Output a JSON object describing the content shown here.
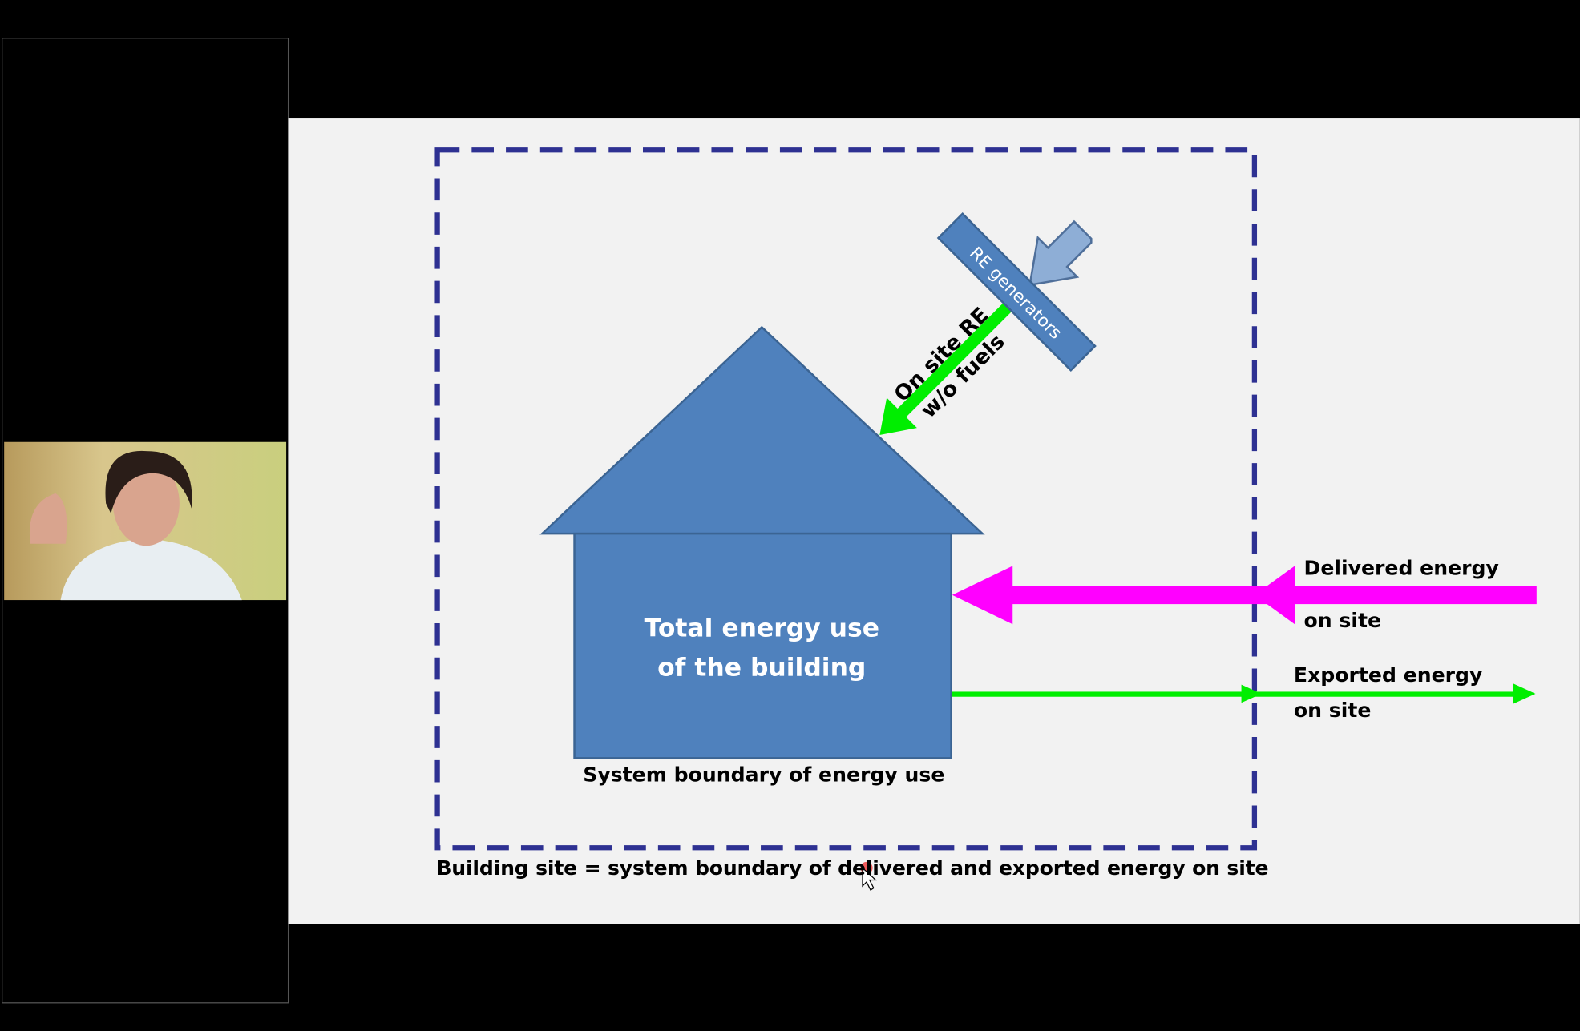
{
  "slide": {
    "house_label_line1": "Total energy use",
    "house_label_line2": "of the building",
    "system_boundary_label": "System boundary of energy use",
    "site_caption": "Building site = system boundary of delivered and exported energy on site",
    "re_generators_label": "RE generators",
    "onsite_re_line1": "On site RE",
    "onsite_re_line2": "w/o fuels",
    "delivered_line1": "Delivered energy",
    "delivered_line2": "on site",
    "exported_line1": "Exported energy",
    "exported_line2": "on site"
  },
  "colors": {
    "house": "#4f81bd",
    "boundary": "#2e3192",
    "delivered": "#ff00ff",
    "exported": "#00ee00",
    "slide_bg": "#f2f2f2"
  },
  "webcam": {
    "icon": "presenter-video"
  }
}
